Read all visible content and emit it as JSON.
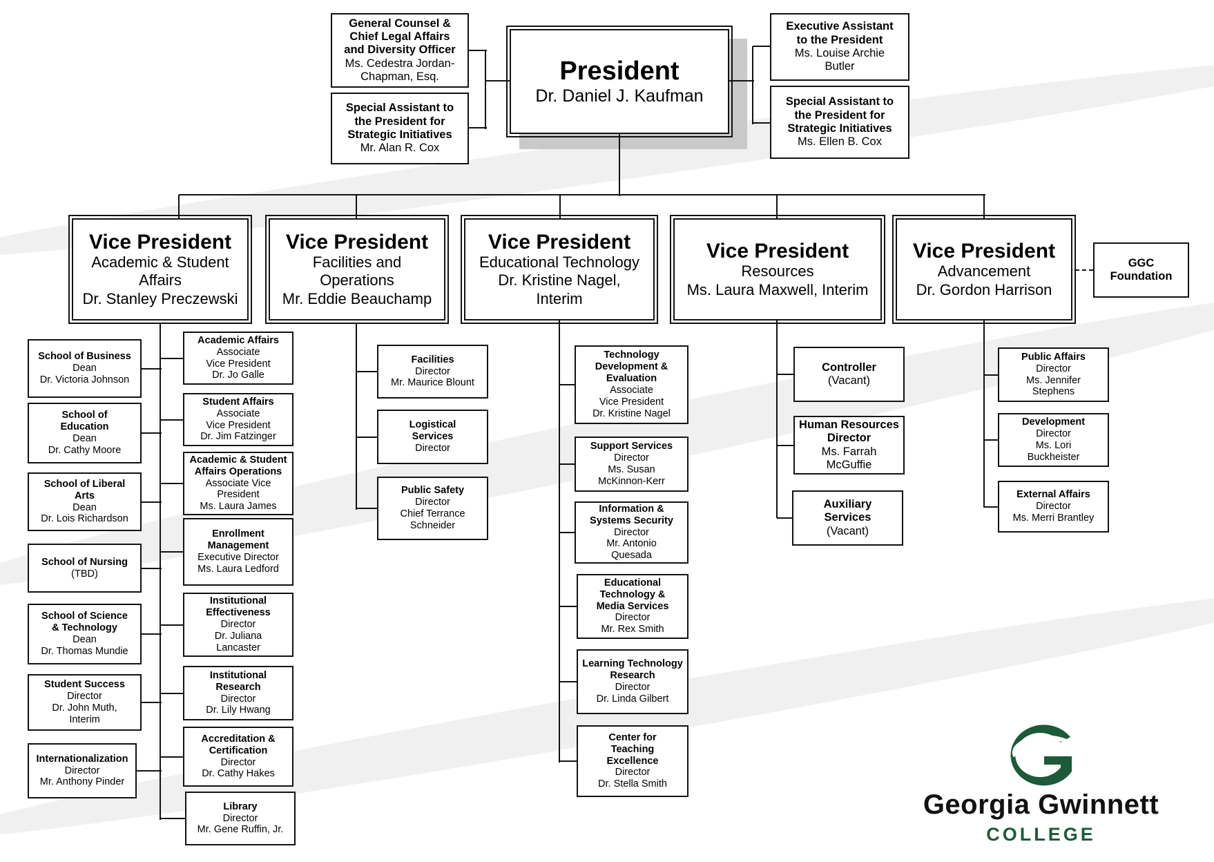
{
  "president": {
    "title": "President",
    "name": "Dr. Daniel J. Kaufman"
  },
  "left_staff": [
    {
      "lines": [
        "General Counsel &",
        "Chief Legal Affairs",
        "and Diversity Officer",
        "Ms. Cedestra Jordan-",
        "Chapman, Esq."
      ]
    },
    {
      "lines": [
        "Special Assistant to",
        "the President for",
        "Strategic Initiatives",
        "Mr. Alan R. Cox"
      ]
    }
  ],
  "right_staff": [
    {
      "lines": [
        "Executive Assistant",
        "to the President",
        "Ms. Louise Archie",
        "Butler"
      ]
    },
    {
      "lines": [
        "Special Assistant to",
        "the President for",
        "Strategic Initiatives",
        "Ms. Ellen B. Cox"
      ]
    }
  ],
  "vice_presidents": [
    {
      "title": "Vice President",
      "lines": [
        "Academic & Student",
        "Affairs",
        "Dr. Stanley Preczewski"
      ]
    },
    {
      "title": "Vice President",
      "lines": [
        "Facilities and",
        "Operations",
        "Mr. Eddie Beauchamp"
      ]
    },
    {
      "title": "Vice President",
      "lines": [
        "Educational Technology",
        "Dr. Kristine Nagel,",
        "Interim"
      ]
    },
    {
      "title": "Vice President",
      "lines": [
        "Resources",
        "Ms. Laura Maxwell, Interim"
      ]
    },
    {
      "title": "Vice President",
      "lines": [
        "Advancement",
        "Dr. Gordon Harrison"
      ]
    }
  ],
  "foundation": {
    "lines": [
      "GGC",
      "Foundation"
    ]
  },
  "academic_schools": [
    {
      "bold": [
        "School of Business"
      ],
      "lines": [
        "Dean",
        "Dr. Victoria Johnson"
      ]
    },
    {
      "bold": [
        "School of",
        "Education"
      ],
      "lines": [
        "Dean",
        "Dr. Cathy Moore"
      ]
    },
    {
      "bold": [
        "School of Liberal",
        "Arts"
      ],
      "lines": [
        "Dean",
        "Dr. Lois Richardson"
      ]
    },
    {
      "bold": [
        "School of Nursing"
      ],
      "lines": [
        "(TBD)"
      ]
    },
    {
      "bold": [
        "School of Science",
        "& Technology"
      ],
      "lines": [
        "Dean",
        "Dr. Thomas Mundie"
      ]
    },
    {
      "bold": [
        "Student Success"
      ],
      "lines": [
        "Director",
        "Dr. John Muth,",
        "Interim"
      ]
    },
    {
      "bold": [
        "Internationalization"
      ],
      "lines": [
        "Director",
        "Mr. Anthony Pinder"
      ]
    }
  ],
  "academic_units": [
    {
      "bold": [
        "Academic Affairs"
      ],
      "lines": [
        "Associate",
        "Vice President",
        "Dr. Jo Galle"
      ]
    },
    {
      "bold": [
        "Student Affairs"
      ],
      "lines": [
        "Associate",
        "Vice President",
        "Dr. Jim Fatzinger"
      ]
    },
    {
      "bold": [
        "Academic & Student",
        "Affairs Operations"
      ],
      "lines": [
        "Associate Vice",
        "President",
        "Ms. Laura James"
      ]
    },
    {
      "bold": [
        "Enrollment",
        "Management"
      ],
      "lines": [
        "Executive Director",
        "Ms. Laura Ledford"
      ]
    },
    {
      "bold": [
        "Institutional",
        "Effectiveness"
      ],
      "lines": [
        "Director",
        "Dr. Juliana",
        "Lancaster"
      ]
    },
    {
      "bold": [
        "Institutional",
        "Research"
      ],
      "lines": [
        "Director",
        "Dr. Lily Hwang"
      ]
    },
    {
      "bold": [
        "Accreditation &",
        "Certification"
      ],
      "lines": [
        "Director",
        "Dr. Cathy Hakes"
      ]
    },
    {
      "bold": [
        "Library"
      ],
      "lines": [
        "Director",
        "Mr. Gene Ruffin, Jr."
      ]
    }
  ],
  "facilities_units": [
    {
      "bold": [
        "Facilities"
      ],
      "lines": [
        "Director",
        "Mr. Maurice Blount"
      ]
    },
    {
      "bold": [
        "Logistical",
        "Services"
      ],
      "lines": [
        "Director"
      ]
    },
    {
      "bold": [
        "Public Safety"
      ],
      "lines": [
        "Director",
        "Chief Terrance",
        "Schneider"
      ]
    }
  ],
  "edtech_units": [
    {
      "bold": [
        "Technology",
        "Development &",
        "Evaluation"
      ],
      "lines": [
        "Associate",
        "Vice President",
        "Dr. Kristine Nagel"
      ]
    },
    {
      "bold": [
        "Support Services"
      ],
      "lines": [
        "Director",
        "Ms. Susan",
        "McKinnon-Kerr"
      ]
    },
    {
      "bold": [
        "Information &",
        "Systems Security"
      ],
      "lines": [
        "Director",
        "Mr. Antonio",
        "Quesada"
      ]
    },
    {
      "bold": [
        "Educational",
        "Technology &",
        "Media Services"
      ],
      "lines": [
        "Director",
        "Mr. Rex Smith"
      ]
    },
    {
      "bold": [
        "Learning Technology",
        "Research"
      ],
      "lines": [
        "Director",
        "Dr. Linda Gilbert"
      ]
    },
    {
      "bold": [
        "Center for",
        "Teaching",
        "Excellence"
      ],
      "lines": [
        "Director",
        "Dr. Stella Smith"
      ]
    }
  ],
  "resources_units": [
    {
      "bold": [
        "Controller"
      ],
      "lines": [
        "(Vacant)"
      ]
    },
    {
      "bold": [
        "Human Resources",
        "Director"
      ],
      "lines": [
        "Ms. Farrah",
        "McGuffie"
      ]
    },
    {
      "bold": [
        "Auxiliary",
        "Services"
      ],
      "lines": [
        "(Vacant)"
      ]
    }
  ],
  "advancement_units": [
    {
      "bold": [
        "Public Affairs"
      ],
      "lines": [
        "Director",
        "Ms. Jennifer",
        "Stephens"
      ]
    },
    {
      "bold": [
        "Development"
      ],
      "lines": [
        "Director",
        "Ms. Lori",
        "Buckheister"
      ]
    },
    {
      "bold": [
        "External Affairs"
      ],
      "lines": [
        "Director",
        "Ms. Merri Brantley"
      ]
    }
  ],
  "logo": {
    "name": "Georgia Gwinnett",
    "sub": "COLLEGE",
    "color": "#1d5a3a",
    "icon": "ggc-g-logo"
  }
}
